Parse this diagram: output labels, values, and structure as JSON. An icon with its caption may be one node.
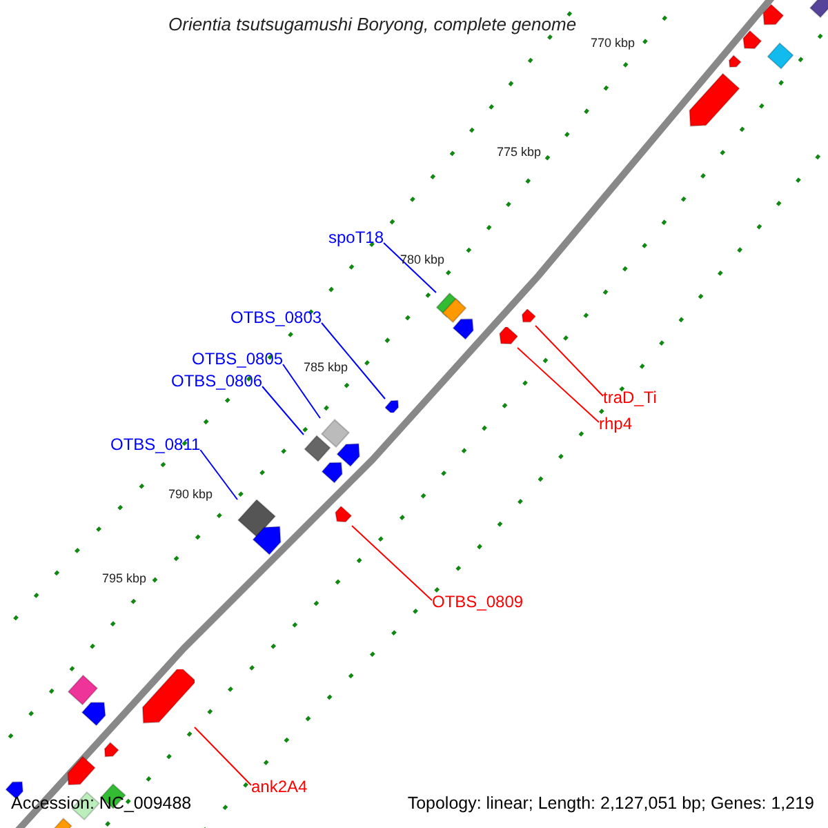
{
  "diagram": {
    "title": "Orientia tsutsugamushi Boryong, complete genome",
    "nodes": [
      {
        "text": [
          "spoT18"
        ]
      },
      {
        "text": [
          "OTBS_0803"
        ]
      },
      {
        "text": [
          "OTBS_0805"
        ]
      },
      {
        "text": [
          "OTBS_0806"
        ]
      },
      {
        "text": [
          "traD_Ti"
        ]
      },
      {
        "text": [
          "rhp4"
        ]
      },
      {
        "text": [
          "OTBS_0811"
        ]
      },
      {
        "text": [
          "OTBS_0809"
        ]
      },
      {
        "text": [
          "ank2A4"
        ]
      },
      {
        "text": [],
        "shape": "diamond"
      },
      {
        "text": [],
        "shape": "arrow"
      },
      {
        "text": [],
        "shape": "diamond"
      },
      {
        "text": [],
        "shape": "diamond"
      },
      {
        "text": [],
        "shape": "arrow"
      },
      {
        "text": [],
        "shape": "arrow"
      },
      {
        "text": [],
        "shape": "diamond"
      },
      {
        "text": [],
        "shape": "arrow"
      },
      {
        "text": [],
        "shape": "arrow"
      },
      {
        "text": [],
        "shape": "diamond"
      },
      {
        "text": [],
        "shape": "arrow"
      },
      {
        "text": [],
        "shape": "arrow"
      },
      {
        "text": [],
        "shape": "arrow"
      },
      {
        "text": [],
        "shape": "diamond"
      },
      {
        "text": [],
        "shape": "arrow"
      },
      {
        "text": [],
        "shape": "arrow"
      },
      {
        "text": [],
        "shape": "arrow"
      },
      {
        "text": [],
        "shape": "arrow"
      },
      {
        "text": [],
        "shape": "arrow"
      },
      {
        "text": [],
        "shape": "diamond"
      },
      {
        "text": [],
        "shape": "arrow"
      },
      {
        "text": [],
        "shape": "arrow"
      },
      {
        "text": [],
        "shape": "arrow"
      },
      {
        "text": [],
        "shape": "diamond"
      },
      {
        "text": [],
        "shape": "arrow"
      },
      {
        "text": [],
        "shape": "diamond"
      },
      {
        "text": [],
        "shape": "diamond"
      }
    ],
    "edges": [
      {
        "from": 0,
        "to": 9,
        "arrow": "none"
      },
      {
        "from": 1,
        "to": 10,
        "arrow": "none"
      },
      {
        "from": 2,
        "to": 11,
        "arrow": "none"
      },
      {
        "from": 3,
        "to": 12,
        "arrow": "none"
      },
      {
        "from": 4,
        "to": 13,
        "arrow": "none",
        "color": "#ff0000"
      },
      {
        "from": 5,
        "to": 14,
        "arrow": "none",
        "color": "#ff0000"
      },
      {
        "from": 6,
        "to": 15,
        "arrow": "none"
      },
      {
        "from": 7,
        "to": 16,
        "arrow": "none",
        "color": "#ff0000"
      },
      {
        "from": 8,
        "to": 17,
        "arrow": "none",
        "color": "#ff0000"
      }
    ],
    "labels": [
      "770 kbp",
      "775 kbp",
      "780 kbp",
      "785 kbp",
      "790 kbp",
      "795 kbp",
      "Accession: NC_009488",
      "Topology: linear; Length: 2,127,051 bp; Genes: 1,219"
    ]
  }
}
